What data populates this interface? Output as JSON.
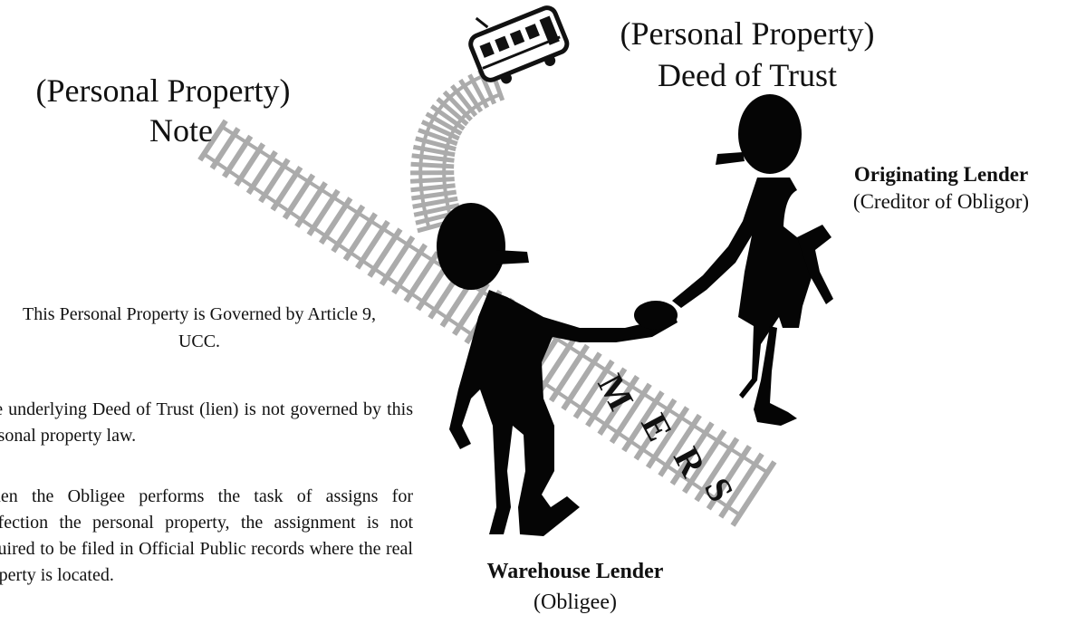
{
  "labels": {
    "note_line1": "(Personal Property)",
    "note_line2": "Note",
    "deed_line1": "(Personal Property)",
    "deed_line2": "Deed of Trust",
    "originating_title": "Originating Lender",
    "originating_sub": "(Creditor of Obligor)",
    "warehouse_title": "Warehouse Lender",
    "warehouse_sub": "(Obligee)"
  },
  "text": {
    "article9": "This Personal Property is Governed by Article 9, UCC.",
    "lien_para": "The underlying Deed of Trust (lien) is not governed by this personal property law.",
    "obligee_para": "When the Obligee performs the task of assigns for perfection the personal property, the assignment is not required to be filed in Official Public records where the real property is located."
  },
  "track_letters": [
    "M",
    "E",
    "R",
    "S"
  ],
  "colors": {
    "rail": "#ababab",
    "figure": "#050505",
    "background": "#ffffff"
  },
  "icons": [
    "trolley-car-icon",
    "person-silhouette-icon"
  ]
}
